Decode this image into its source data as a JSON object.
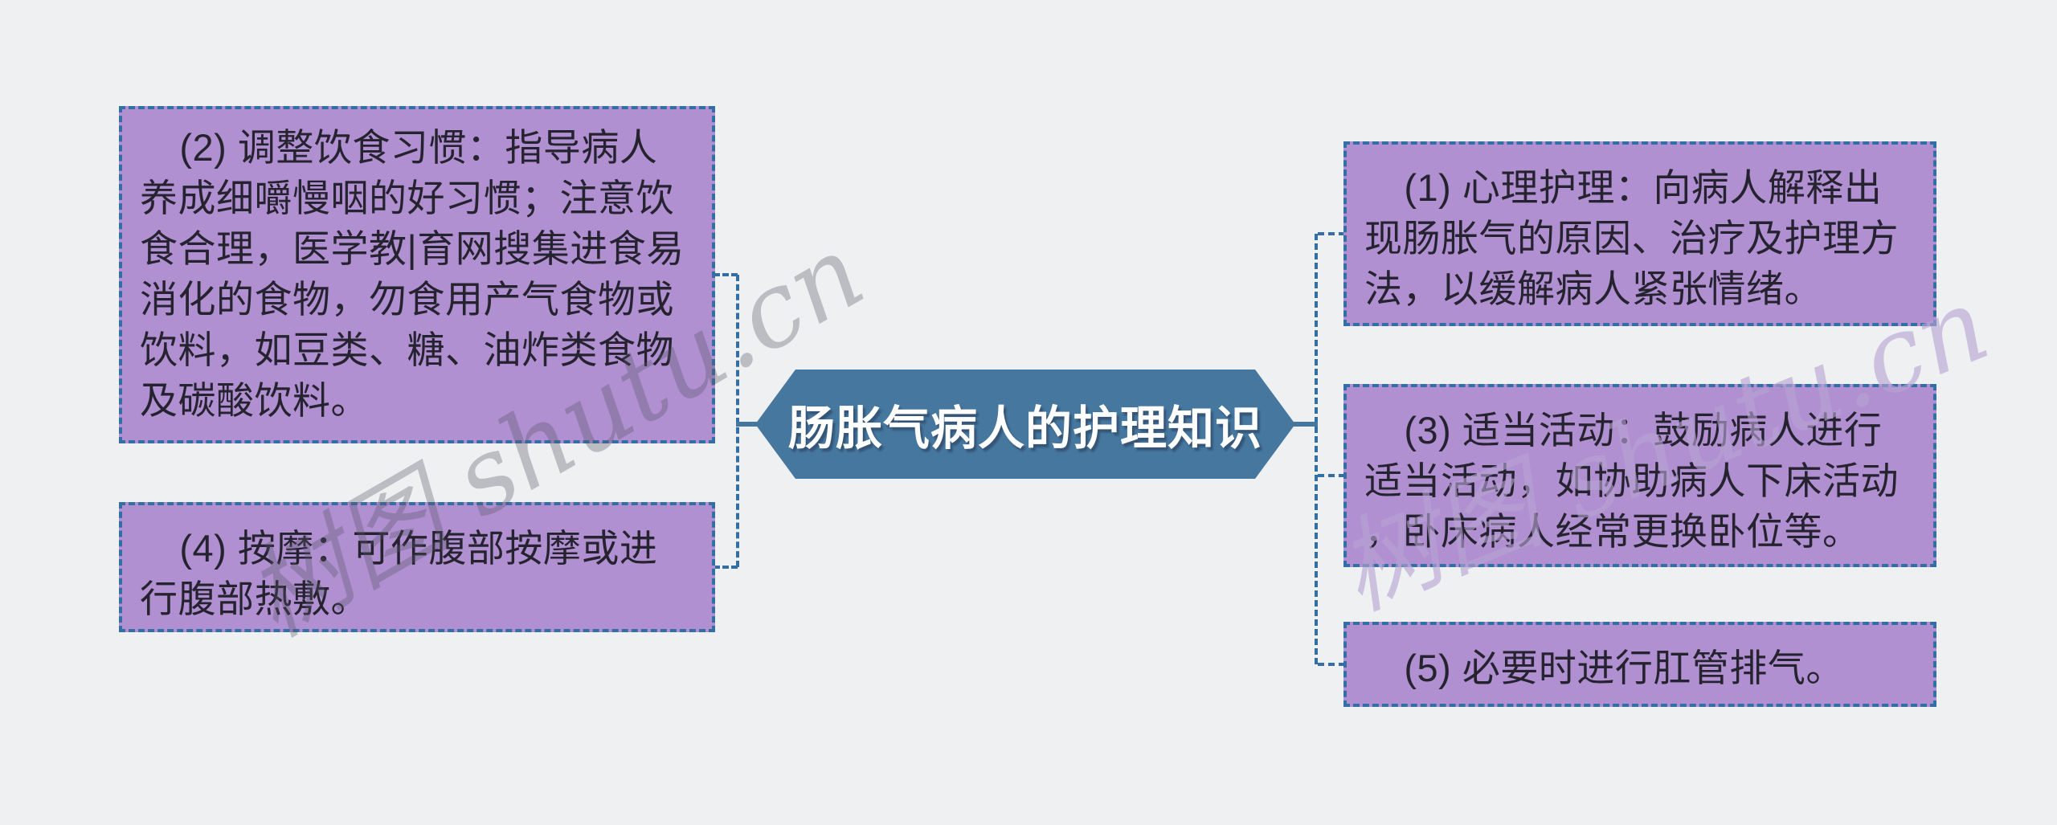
{
  "diagram": {
    "title": "肠胀气病人的护理知识",
    "center_node": {
      "label": "肠胀气病人的护理知识",
      "shape": "hexagon",
      "fill_color": "#45779f",
      "text_color": "#ffffff"
    },
    "branch_style": {
      "fill_color": "#b190d1",
      "border_color": "#336fa5",
      "border_style": "dashed",
      "text_color": "#262330"
    },
    "background_color": "#eef0f1",
    "left_branches": [
      {
        "id": "item-2",
        "text": "(2) 调整饮食习惯：指导病人养成细嚼慢咽的好习惯；注意饮食合理，医学教|育网搜集进食易消化的食物，勿食用产气食物或饮料，如豆类、糖、油炸类食物及碳酸饮料。"
      },
      {
        "id": "item-4",
        "text": "(4) 按摩：可作腹部按摩或进行腹部热敷。"
      }
    ],
    "right_branches": [
      {
        "id": "item-1",
        "text": "(1) 心理护理：向病人解释出现肠胀气的原因、治疗及护理方法，以缓解病人紧张情绪。"
      },
      {
        "id": "item-3",
        "text": "(3) 适当活动：鼓励病人进行适当活动，如协助病人下床活动，卧床病人经常更换卧位等。"
      },
      {
        "id": "item-5",
        "text": "(5) 必要时进行肛管排气。"
      }
    ]
  },
  "watermark": {
    "text": "树图 shutu.cn"
  }
}
